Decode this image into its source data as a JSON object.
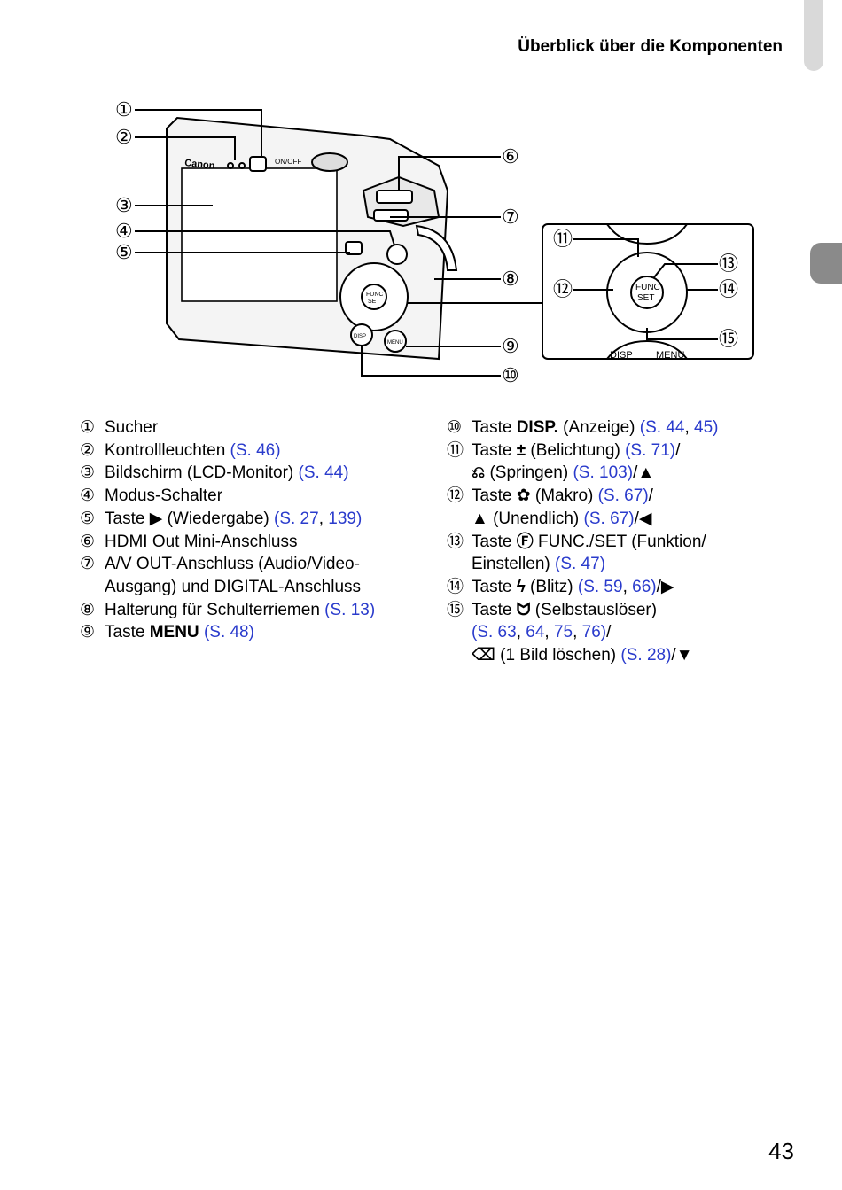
{
  "header": {
    "title": "Überblick über die Komponenten"
  },
  "figure": {
    "callouts": [
      "①",
      "②",
      "③",
      "④",
      "⑤",
      "⑥",
      "⑦",
      "⑧",
      "⑨",
      "⑩",
      "⑪",
      "⑫",
      "⑬",
      "⑭",
      "⑮"
    ],
    "camera_labels": {
      "brand": "Canon",
      "power": "ON/OFF",
      "func": "FUNC",
      "set": "SET",
      "disp": "DISP",
      "menu": "MENU"
    }
  },
  "items": [
    {
      "num": "①",
      "parts": [
        {
          "t": "Sucher"
        }
      ]
    },
    {
      "num": "②",
      "parts": [
        {
          "t": "Kontrollleuchten "
        },
        {
          "t": "(S. 46)",
          "link": true
        }
      ]
    },
    {
      "num": "③",
      "parts": [
        {
          "t": "Bildschirm (LCD-Monitor) "
        },
        {
          "t": "(S. 44)",
          "link": true
        }
      ]
    },
    {
      "num": "④",
      "parts": [
        {
          "t": "Modus-Schalter"
        }
      ]
    },
    {
      "num": "⑤",
      "parts": [
        {
          "t": "Taste "
        },
        {
          "t": "▶",
          "sym": true
        },
        {
          "t": " (Wiedergabe) "
        },
        {
          "t": "(S. 27",
          "link": true
        },
        {
          "t": ", "
        },
        {
          "t": "139)",
          "link": true
        }
      ]
    },
    {
      "num": "⑥",
      "parts": [
        {
          "t": "HDMI Out Mini-Anschluss"
        }
      ]
    },
    {
      "num": "⑦",
      "parts": [
        {
          "t": "A/V OUT-Anschluss (Audio/Video-"
        },
        {
          "br": true
        },
        {
          "t": "Ausgang) und DIGITAL-Anschluss"
        }
      ]
    },
    {
      "num": "⑧",
      "parts": [
        {
          "t": "Halterung für Schulterriemen "
        },
        {
          "t": "(S. 13)",
          "link": true
        }
      ]
    },
    {
      "num": "⑨",
      "parts": [
        {
          "t": "Taste "
        },
        {
          "t": "MENU",
          "sym": true
        },
        {
          "t": " "
        },
        {
          "t": "(S. 48)",
          "link": true
        }
      ]
    },
    {
      "num": "⑩",
      "parts": [
        {
          "t": "Taste "
        },
        {
          "t": "DISP.",
          "sym": true
        },
        {
          "t": " (Anzeige) "
        },
        {
          "t": "(S. 44",
          "link": true
        },
        {
          "t": ", "
        },
        {
          "t": "45)",
          "link": true
        }
      ]
    },
    {
      "num": "⑪",
      "parts": [
        {
          "t": "Taste "
        },
        {
          "t": "±",
          "sym": true
        },
        {
          "t": " (Belichtung) "
        },
        {
          "t": "(S. 71)",
          "link": true
        },
        {
          "t": "/"
        },
        {
          "br": true
        },
        {
          "t": "⎌",
          "sym": true
        },
        {
          "t": " (Springen) "
        },
        {
          "t": "(S. 103)",
          "link": true
        },
        {
          "t": "/▲"
        }
      ]
    },
    {
      "num": "⑫",
      "parts": [
        {
          "t": "Taste "
        },
        {
          "t": "✿",
          "sym": true
        },
        {
          "t": " (Makro) "
        },
        {
          "t": "(S. 67)",
          "link": true
        },
        {
          "t": "/"
        },
        {
          "br": true
        },
        {
          "t": "▲",
          "sym": true
        },
        {
          "t": " (Unendlich) "
        },
        {
          "t": "(S. 67)",
          "link": true
        },
        {
          "t": "/◀"
        }
      ]
    },
    {
      "num": "⑬",
      "parts": [
        {
          "t": "Taste "
        },
        {
          "t": "Ⓕ",
          "sym": true
        },
        {
          "t": " FUNC./SET (Funktion/"
        },
        {
          "br": true
        },
        {
          "t": "Einstellen) "
        },
        {
          "t": "(S. 47)",
          "link": true
        }
      ]
    },
    {
      "num": "⑭",
      "parts": [
        {
          "t": "Taste "
        },
        {
          "t": "ϟ",
          "sym": true
        },
        {
          "t": " (Blitz) "
        },
        {
          "t": "(S. 59",
          "link": true
        },
        {
          "t": ", "
        },
        {
          "t": "66)",
          "link": true
        },
        {
          "t": "/▶"
        }
      ]
    },
    {
      "num": "⑮",
      "parts": [
        {
          "t": "Taste "
        },
        {
          "t": "ᗢ",
          "sym": true
        },
        {
          "t": " (Selbstauslöser)"
        },
        {
          "br": true
        },
        {
          "t": "(S. 63",
          "link": true
        },
        {
          "t": ", "
        },
        {
          "t": "64",
          "link": true
        },
        {
          "t": ", "
        },
        {
          "t": "75",
          "link": true
        },
        {
          "t": ", "
        },
        {
          "t": "76)",
          "link": true
        },
        {
          "t": "/"
        },
        {
          "br": true
        },
        {
          "t": "⌫",
          "sym": true
        },
        {
          "t": " (1 Bild löschen) "
        },
        {
          "t": "(S. 28)",
          "link": true
        },
        {
          "t": "/▼"
        }
      ]
    }
  ],
  "page_number": "43",
  "colors": {
    "link": "#2a3bcc",
    "tab_light": "#d9d9d9",
    "tab_dark": "#8a8a8a"
  }
}
